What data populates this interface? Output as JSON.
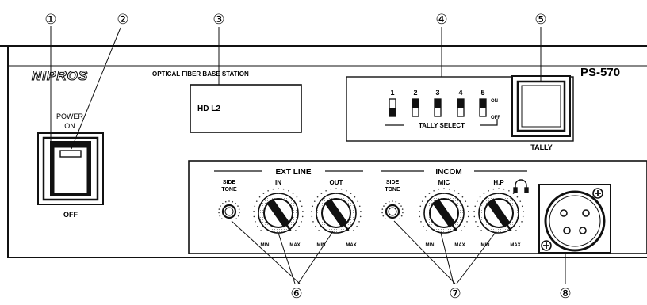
{
  "brand": "NIPROS",
  "subtitle": "OPTICAL FIBER BASE STATION",
  "model": "PS-570",
  "display_text": "HD L2",
  "power": {
    "label_top": "POWER",
    "label_on": "ON",
    "label_off": "OFF"
  },
  "tally": {
    "numbers": [
      "1",
      "2",
      "3",
      "4",
      "5"
    ],
    "on_label": "ON",
    "off_label": "OFF",
    "select_label": "TALLY SELECT",
    "button_label": "TALLY",
    "switch_states": [
      "off",
      "on",
      "on",
      "on",
      "on"
    ]
  },
  "ext_line": {
    "title": "EXT LINE",
    "side_tone": [
      "SIDE",
      "TONE"
    ],
    "in_label": "IN",
    "out_label": "OUT"
  },
  "incom": {
    "title": "INCOM",
    "side_tone": [
      "SIDE",
      "TONE"
    ],
    "mic_label": "MIC",
    "hp_label": "H.P",
    "headphone_icon": "headphone-icon"
  },
  "knob_scale": {
    "min": "MIN",
    "max": "MAX"
  },
  "callouts": [
    "①",
    "②",
    "③",
    "④",
    "⑤",
    "⑥",
    "⑦",
    "⑧"
  ]
}
